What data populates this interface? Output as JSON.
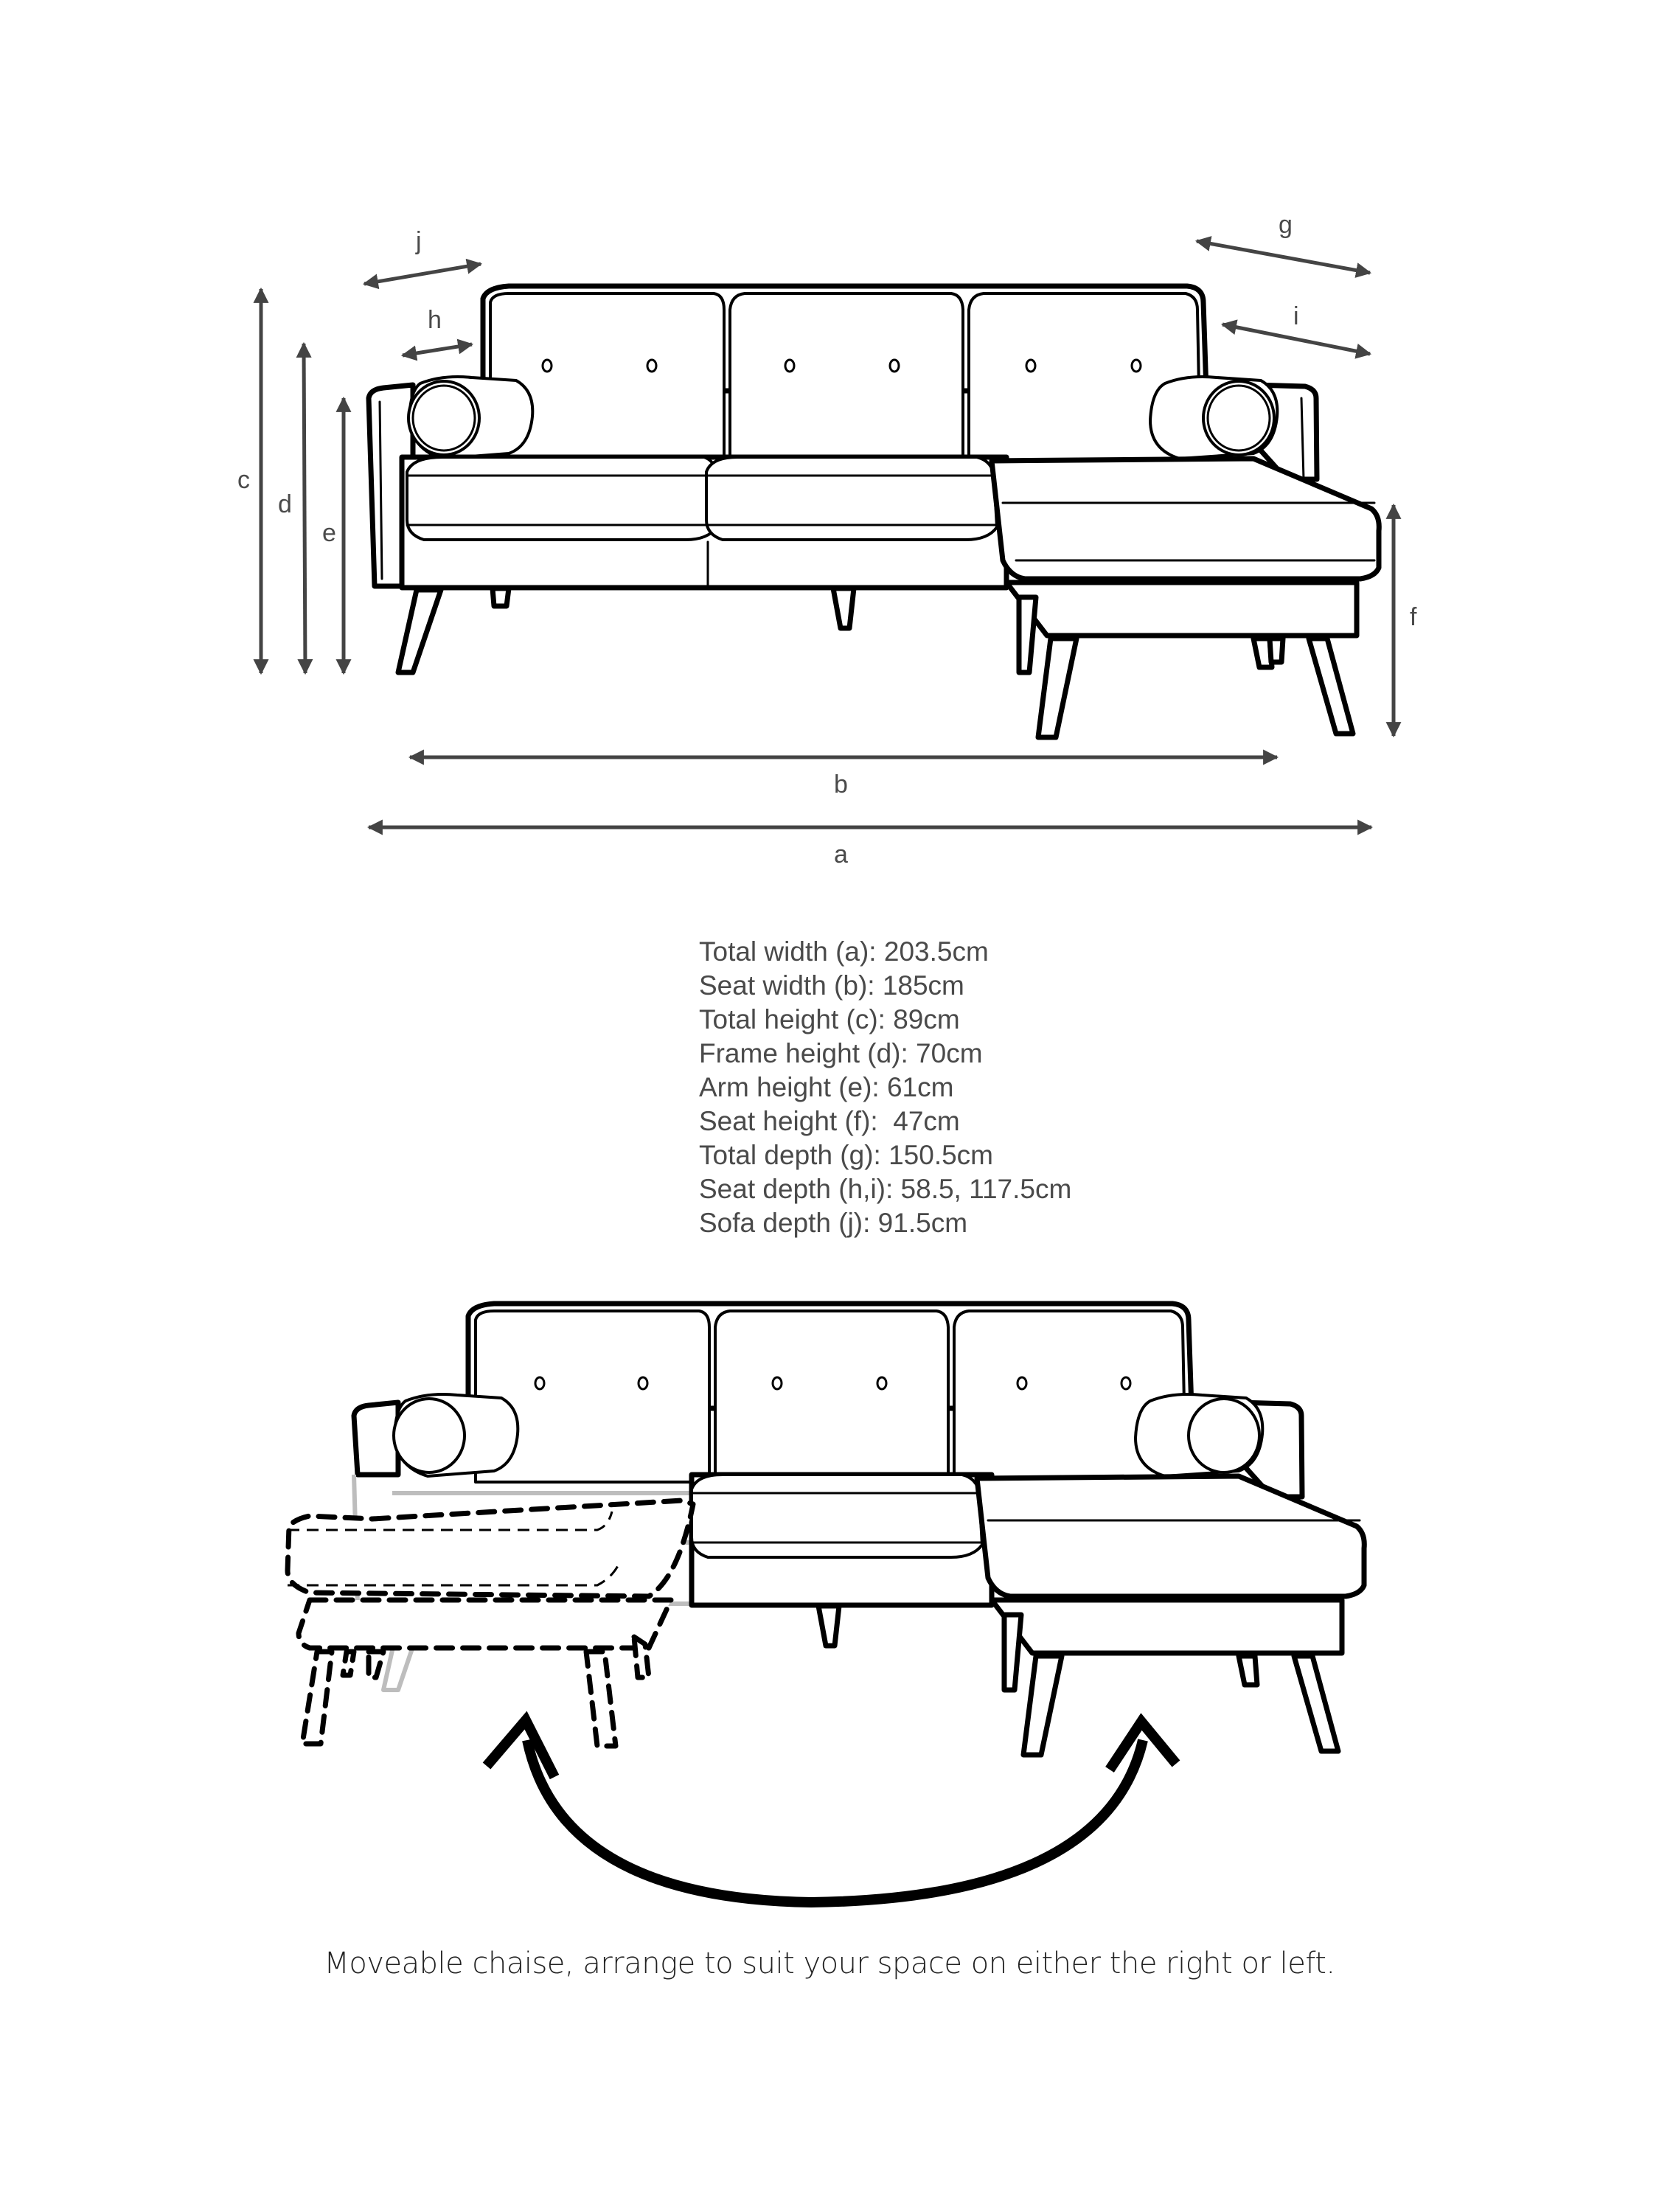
{
  "dimension_labels": {
    "a": "a",
    "b": "b",
    "c": "c",
    "d": "d",
    "e": "e",
    "f": "f",
    "g": "g",
    "h": "h",
    "i": "i",
    "j": "j"
  },
  "specifications": [
    {
      "label": "Total width (a):",
      "value": "203.5cm"
    },
    {
      "label": "Seat width (b):",
      "value": "185cm"
    },
    {
      "label": "Total height (c):",
      "value": "89cm"
    },
    {
      "label": "Frame height (d):",
      "value": "70cm"
    },
    {
      "label": "Arm height (e):",
      "value": "61cm"
    },
    {
      "label": "Seat height (f):",
      "value": " 47cm"
    },
    {
      "label": "Total depth (g):",
      "value": "150.5cm"
    },
    {
      "label": "Seat depth (h,i):",
      "value": "58.5, 117.5cm"
    },
    {
      "label": "Sofa depth (j):",
      "value": "91.5cm"
    }
  ],
  "spec_lines": [
    "Total width (a): 203.5cm",
    "Seat width (b): 185cm",
    "Total height (c): 89cm",
    "Frame height (d): 70cm",
    "Arm height (e): 61cm",
    "Seat height (f):  47cm",
    "Total depth (g): 150.5cm",
    "Seat depth (h,i): 58.5, 117.5cm",
    "Sofa depth (j): 91.5cm"
  ],
  "caption": "Moveable chaise, arrange to suit your space on either the right or left.",
  "icons": {
    "dimension-arrow": "double-headed-arrow",
    "swap-arrow": "curved-double-arrow"
  },
  "colors": {
    "line": "#000000",
    "dimension": "#444444",
    "text": "#4a4a4a",
    "ghost": "#bdbdbd",
    "background": "#ffffff"
  }
}
